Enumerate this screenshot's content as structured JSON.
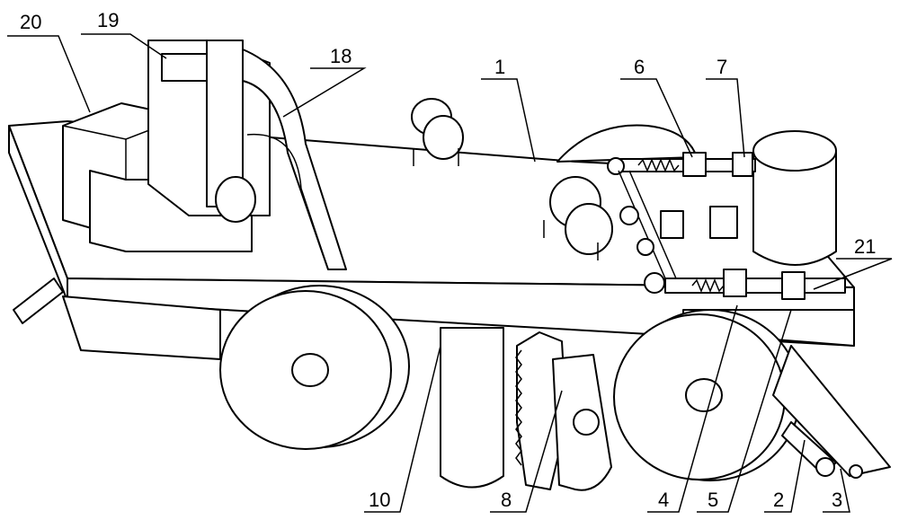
{
  "labels": {
    "l20": "20",
    "l19": "19",
    "l18": "18",
    "l1": "1",
    "l6": "6",
    "l7": "7",
    "l21": "21",
    "l10": "10",
    "l8": "8",
    "l4": "4",
    "l5": "5",
    "l2": "2",
    "l3": "3"
  }
}
